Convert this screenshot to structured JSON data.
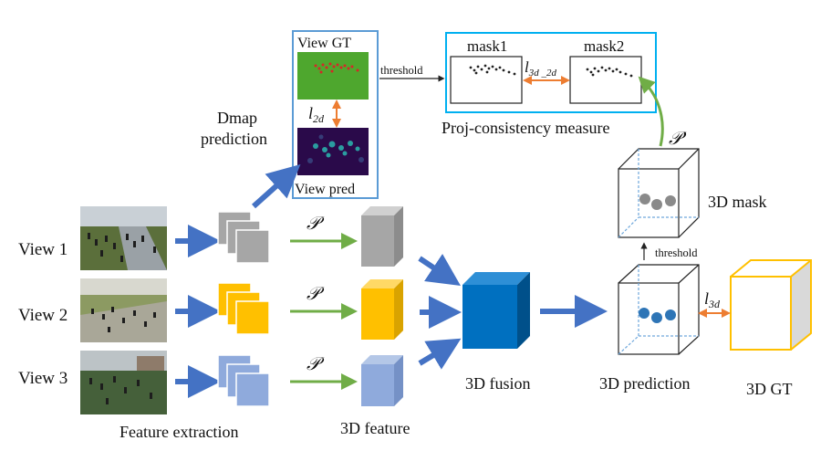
{
  "views": [
    {
      "label": "View 1"
    },
    {
      "label": "View 2"
    },
    {
      "label": "View 3"
    }
  ],
  "labels": {
    "feature_extraction": "Feature extraction",
    "feature_3d": "3D feature",
    "fusion_3d": "3D fusion",
    "prediction_3d": "3D prediction",
    "gt_3d": "3D GT",
    "mask_3d": "3D mask",
    "dmap_line1": "Dmap",
    "dmap_line2": "prediction",
    "view_gt": "View GT",
    "view_pred": "View pred",
    "threshold_top": "threshold",
    "threshold_mid": "threshold",
    "mask1": "mask1",
    "mask2": "mask2",
    "proj_consistency": "Proj-consistency measure"
  },
  "math": {
    "projection": "𝒫",
    "projection_prime": "𝒫′",
    "loss_base": "l",
    "loss_2d_sub": "2d",
    "loss_3d_sub": "3d",
    "loss_3d2d_sub": "3d _2d"
  },
  "colors": {
    "blue_arrow": "#4472c4",
    "green_arrow": "#70ad47",
    "orange_arrow": "#ed7d31",
    "gray_feature": "#a6a6a6",
    "yellow_feature": "#ffc000",
    "lightblue_feature": "#8faadc",
    "fusion_blue": "#0070c0",
    "gt_yellow": "#ffc000",
    "frame_cyan": "#00b0f0"
  }
}
